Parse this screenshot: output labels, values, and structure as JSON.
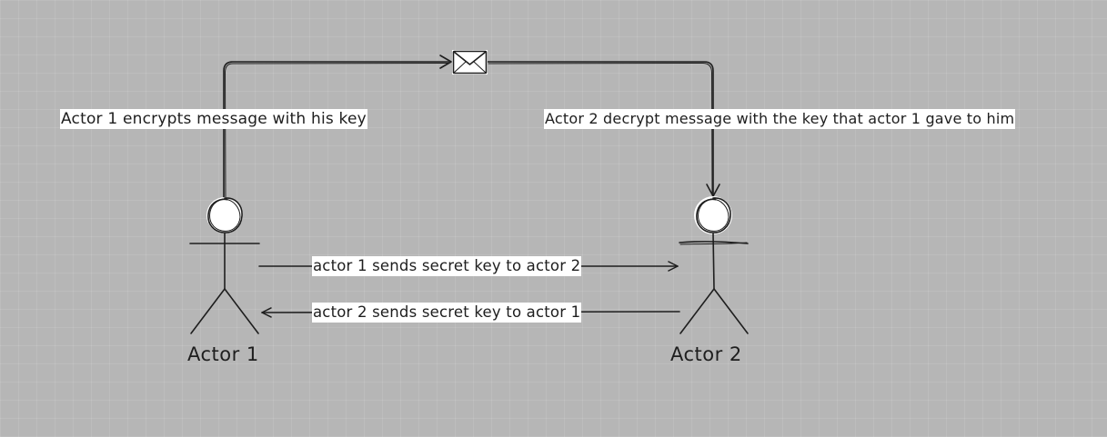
{
  "diagram": {
    "actors": [
      {
        "id": "actor1",
        "name": "Actor 1"
      },
      {
        "id": "actor2",
        "name": "Actor 2"
      }
    ],
    "message_icon": "envelope-icon",
    "labels": {
      "encrypt": "Actor 1 encrypts message with his key",
      "decrypt": "Actor 2 decrypt message with the key that actor 1 gave to him",
      "send_1_to_2": "actor 1 sends secret key to actor 2",
      "send_2_to_1": "actor 2 sends secret key to actor 1"
    },
    "colors": {
      "background": "#b6b6b6",
      "stroke": "#1e1e1e",
      "label_background": "#ffffff"
    }
  }
}
